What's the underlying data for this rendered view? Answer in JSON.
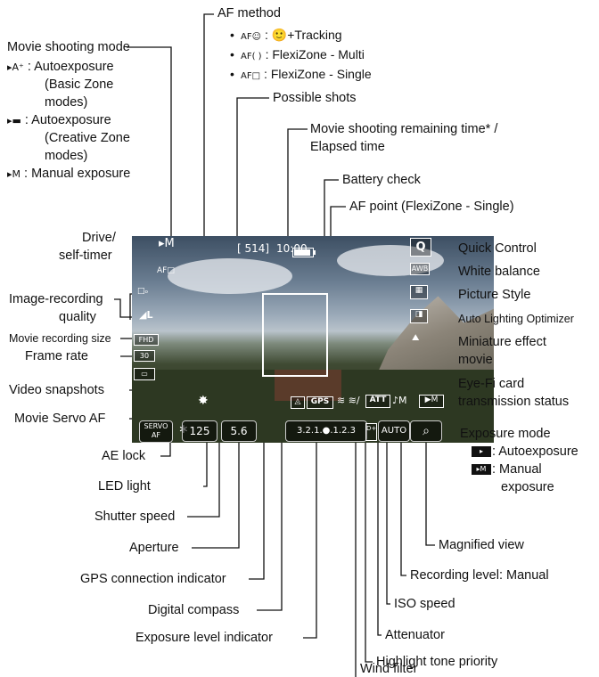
{
  "labels": {
    "af_method": "AF method",
    "af_face": "🙂+Tracking",
    "af_multi": ": FlexiZone - Multi",
    "af_single": ": FlexiZone - Single",
    "possible_shots": "Possible shots",
    "movie_remaining_1": "Movie shooting remaining time* /",
    "movie_remaining_2": "Elapsed time",
    "battery_check": "Battery check",
    "af_point": "AF point (FlexiZone - Single)",
    "quick_control": "Quick Control",
    "white_balance": "White balance",
    "picture_style": "Picture Style",
    "alo": "Auto Lighting Optimizer",
    "miniature_1": "Miniature effect",
    "miniature_2": "movie",
    "eyefi_1": "Eye-Fi card",
    "eyefi_2": "transmission status",
    "exposure_mode": "Exposure mode",
    "exp_auto": ": Autoexposure",
    "exp_manual_1": ": Manual",
    "exp_manual_2": "exposure",
    "magnified_view": "Magnified view",
    "recording_level": "Recording level: Manual",
    "iso_speed": "ISO speed",
    "attenuator": "Attenuator",
    "highlight_tone": "Highlight tone priority",
    "wind_filter": "Wind filter",
    "exposure_level": "Exposure level indicator",
    "digital_compass": "Digital compass",
    "gps_indicator": "GPS connection indicator",
    "aperture": "Aperture",
    "shutter_speed": "Shutter speed",
    "led_light": "LED light",
    "ae_lock": "AE lock",
    "movie_servo_af": "Movie Servo AF",
    "video_snapshots": "Video snapshots",
    "frame_rate": "Frame rate",
    "movie_rec_size": "Movie recording size",
    "image_quality_1": "Image-recording",
    "image_quality_2": "quality",
    "drive_1": "Drive/",
    "drive_2": "self-timer",
    "movie_mode": "Movie shooting mode",
    "mode_basic_1": ": Autoexposure",
    "mode_basic_2": "(Basic Zone",
    "mode_basic_3": "modes)",
    "mode_creative_1": ": Autoexposure",
    "mode_creative_2": "(Creative Zone",
    "mode_creative_3": "modes)",
    "mode_manual": ": Manual exposure"
  },
  "screen": {
    "shots": "[ 514]",
    "time": "10:00",
    "af_code": "AF□",
    "q": "Q",
    "awb": "AWB",
    "shutter": "125",
    "aperture": "5.6",
    "exposure_scale": "3.2.1.●.1.2.3",
    "gps": "GPS",
    "att": "ATT",
    "mic": "♪M",
    "iso": "AUTO",
    "servo": "SERVO AF",
    "magnify": "⌕"
  }
}
